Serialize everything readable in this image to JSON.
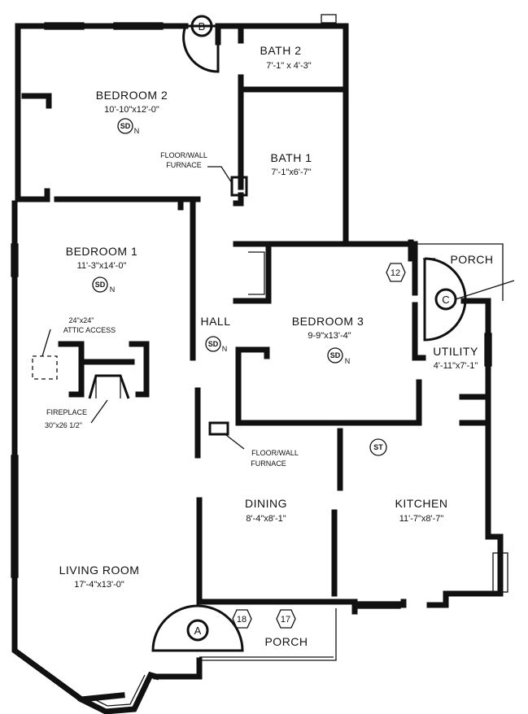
{
  "rooms": {
    "bath2": {
      "name": "BATH 2",
      "dim": "7'-1\" x 4'-3\""
    },
    "bedroom2": {
      "name": "BEDROOM 2",
      "dim": "10'-10\"x12'-0\""
    },
    "bath1": {
      "name": "BATH 1",
      "dim": "7'-1\"x6'-7\""
    },
    "bedroom1": {
      "name": "BEDROOM 1",
      "dim": "11'-3\"x14'-0\""
    },
    "hall": {
      "name": "HALL"
    },
    "bedroom3": {
      "name": "BEDROOM 3",
      "dim": "9-9\"x13'-4\""
    },
    "utility": {
      "name": "UTILITY",
      "dim": "4'-11\"x7'-1\""
    },
    "dining": {
      "name": "DINING",
      "dim": "8'-4\"x8'-1\""
    },
    "kitchen": {
      "name": "KITCHEN",
      "dim": "11'-7\"x8'-7\""
    },
    "living": {
      "name": "LIVING ROOM",
      "dim": "17'-4\"x13'-0\""
    }
  },
  "porches": {
    "top": "PORCH",
    "bottom": "PORCH"
  },
  "notes": {
    "furnace1": [
      "FLOOR/WALL",
      "FURNACE"
    ],
    "furnace2": [
      "FLOOR/WALL",
      "FURNACE"
    ],
    "attic": [
      "24\"x24\"",
      "ATTIC ACCESS"
    ],
    "fireplace": [
      "FIREPLACE",
      "30\"x26 1/2\""
    ]
  },
  "symbols": {
    "sd": "SD",
    "sd_sub": "N",
    "st": "ST",
    "doors": {
      "a": "A",
      "b": "B",
      "c": "C"
    },
    "hex": {
      "h12": "12",
      "h17": "17",
      "h18": "18"
    }
  }
}
